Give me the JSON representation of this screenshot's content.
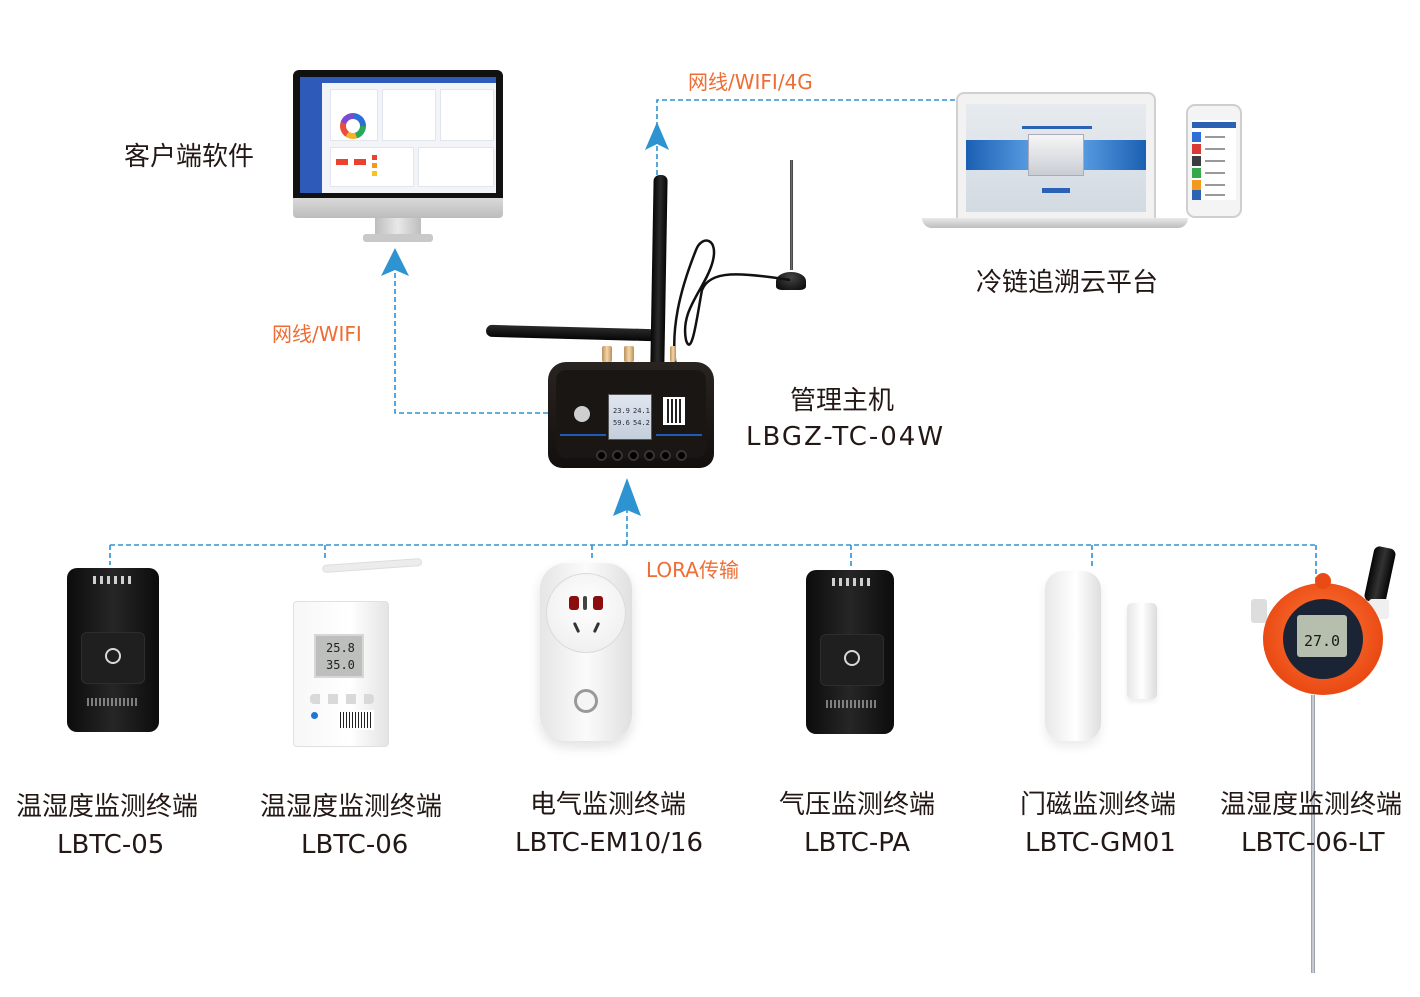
{
  "diagram": {
    "title": "Cold-chain monitoring system architecture",
    "colors": {
      "connector_line": "#2e93d1",
      "transport_label": "#ed6d35",
      "text": "#231815",
      "arrow": "#2e93d1"
    }
  },
  "nodes": {
    "client_software": {
      "label": "客户端软件",
      "icon": "desktop-monitor-icon"
    },
    "cloud_platform": {
      "label": "冷链追溯云平台",
      "icon": "laptop-and-phone-icon"
    },
    "gateway": {
      "label": "管理主机",
      "model": "LBGZ-TC-04W",
      "icon": "gateway-device-icon",
      "screen": {
        "value_1": "23.9",
        "value_2": "24.1",
        "value_3": "59.6",
        "value_4": "54.2"
      }
    }
  },
  "links": {
    "gateway_to_client": {
      "label": "网线/WIFI"
    },
    "gateway_to_cloud": {
      "label": "网线/WIFI/4G"
    },
    "terminals_to_gateway": {
      "label": "LORA传输"
    }
  },
  "terminals": [
    {
      "name": "温湿度监测终端",
      "model": "LBTC-05",
      "icon": "black-sensor-icon"
    },
    {
      "name": "温湿度监测终端",
      "model": "LBTC-06",
      "icon": "white-logger-icon",
      "display": [
        "25.8",
        "35.0"
      ]
    },
    {
      "name": "电气监测终端",
      "model": "LBTC-EM10/16",
      "icon": "smart-socket-icon"
    },
    {
      "name": "气压监测终端",
      "model": "LBTC-PA",
      "icon": "black-sensor-icon"
    },
    {
      "name": "门磁监测终端",
      "model": "LBTC-GM01",
      "icon": "door-magnet-icon"
    },
    {
      "name": "温湿度监测终端",
      "model": "LBTC-06-LT",
      "icon": "explosion-proof-sensor-icon",
      "display": [
        "27.0"
      ]
    }
  ]
}
